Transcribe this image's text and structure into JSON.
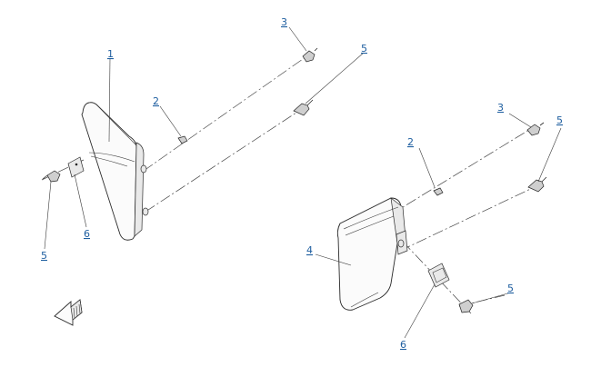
{
  "diagram": {
    "accent_color": "#1f5fa0",
    "callouts": [
      {
        "id": "c1",
        "text": "1"
      },
      {
        "id": "c2a",
        "text": "2"
      },
      {
        "id": "c3a",
        "text": "3"
      },
      {
        "id": "c5a",
        "text": "5"
      },
      {
        "id": "c5b",
        "text": "5"
      },
      {
        "id": "c6a",
        "text": "6"
      },
      {
        "id": "c2b",
        "text": "2"
      },
      {
        "id": "c3b",
        "text": "3"
      },
      {
        "id": "c5c",
        "text": "5"
      },
      {
        "id": "c4",
        "text": "4"
      },
      {
        "id": "c5d",
        "text": "5"
      },
      {
        "id": "c6b",
        "text": "6"
      }
    ],
    "icons": {
      "orientation": "direction-arrow-icon"
    }
  }
}
